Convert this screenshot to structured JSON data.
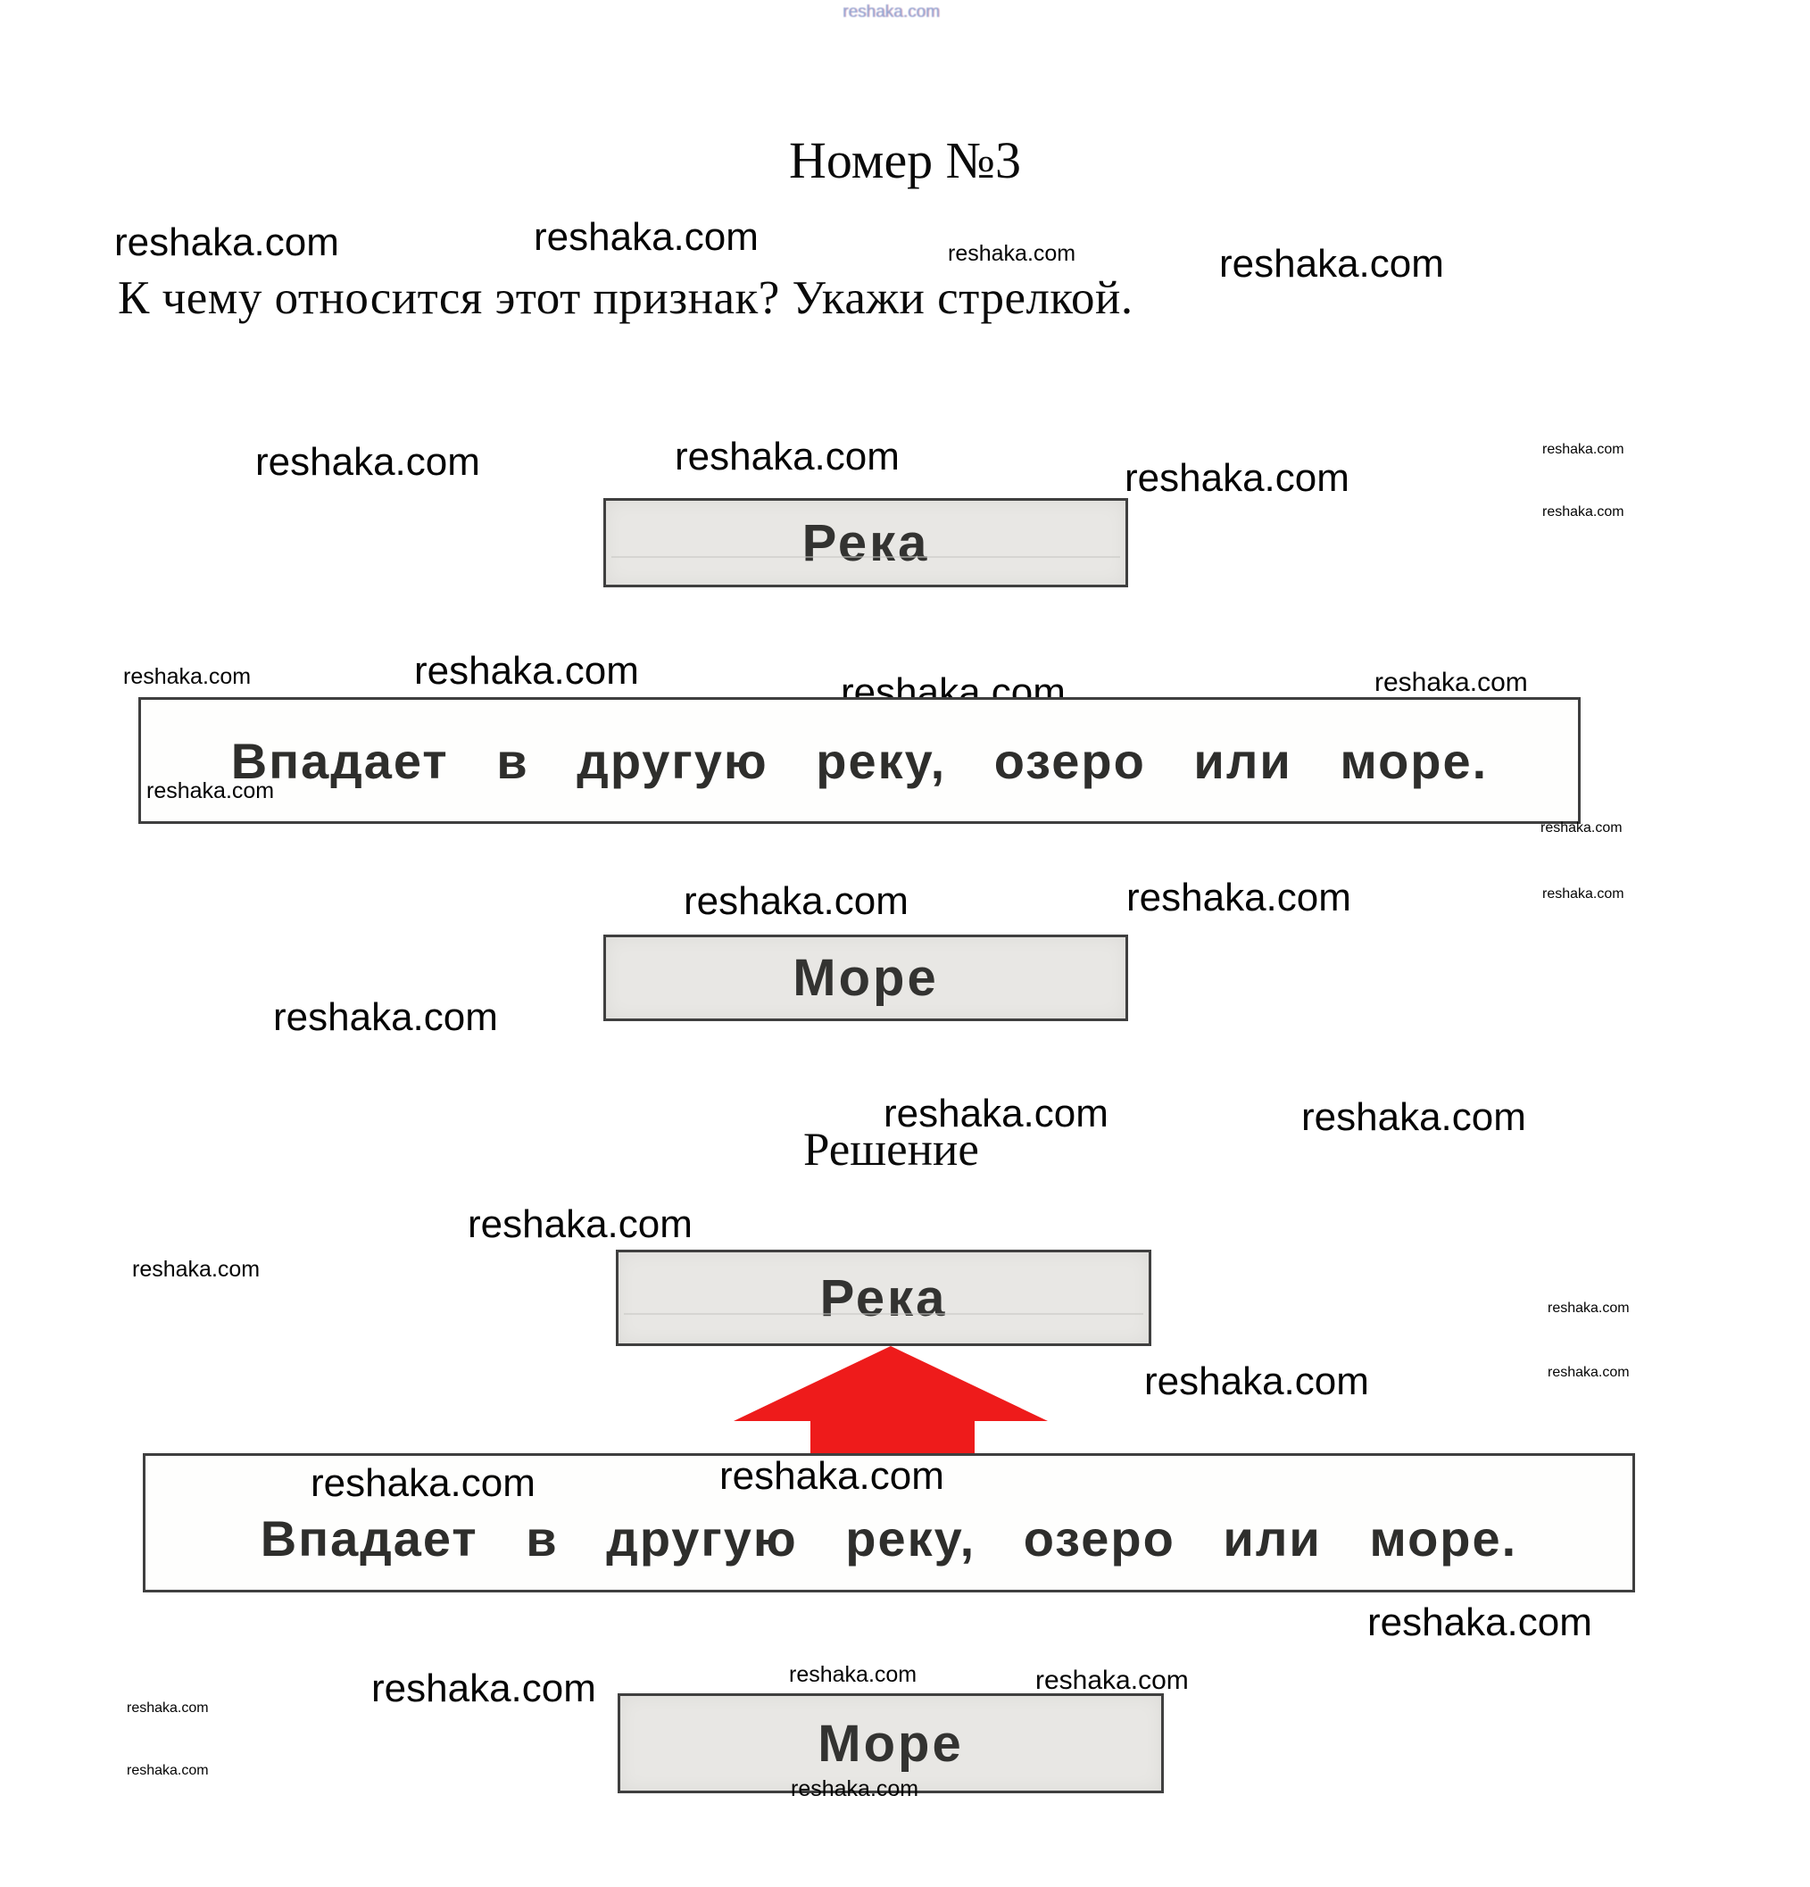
{
  "watermark": {
    "text": "reshaka.com"
  },
  "header": {
    "title": "Номер №3",
    "question": "К чему относится этот признак? Укажи стрелкой."
  },
  "task": {
    "river_label": "Река",
    "feature_text": "Впадает в другую реку, озеро или море.",
    "sea_label": "Море"
  },
  "solution": {
    "heading": "Решение",
    "river_label": "Река",
    "feature_text": "Впадает в другую реку, озеро или море.",
    "sea_label": "Море",
    "arrow_direction": "up"
  },
  "colors": {
    "box_fill": "#e8e7e4",
    "box_border": "#3f3f3f",
    "arrow_red": "#ee1b1b",
    "top_watermark": "#92a6d4"
  }
}
